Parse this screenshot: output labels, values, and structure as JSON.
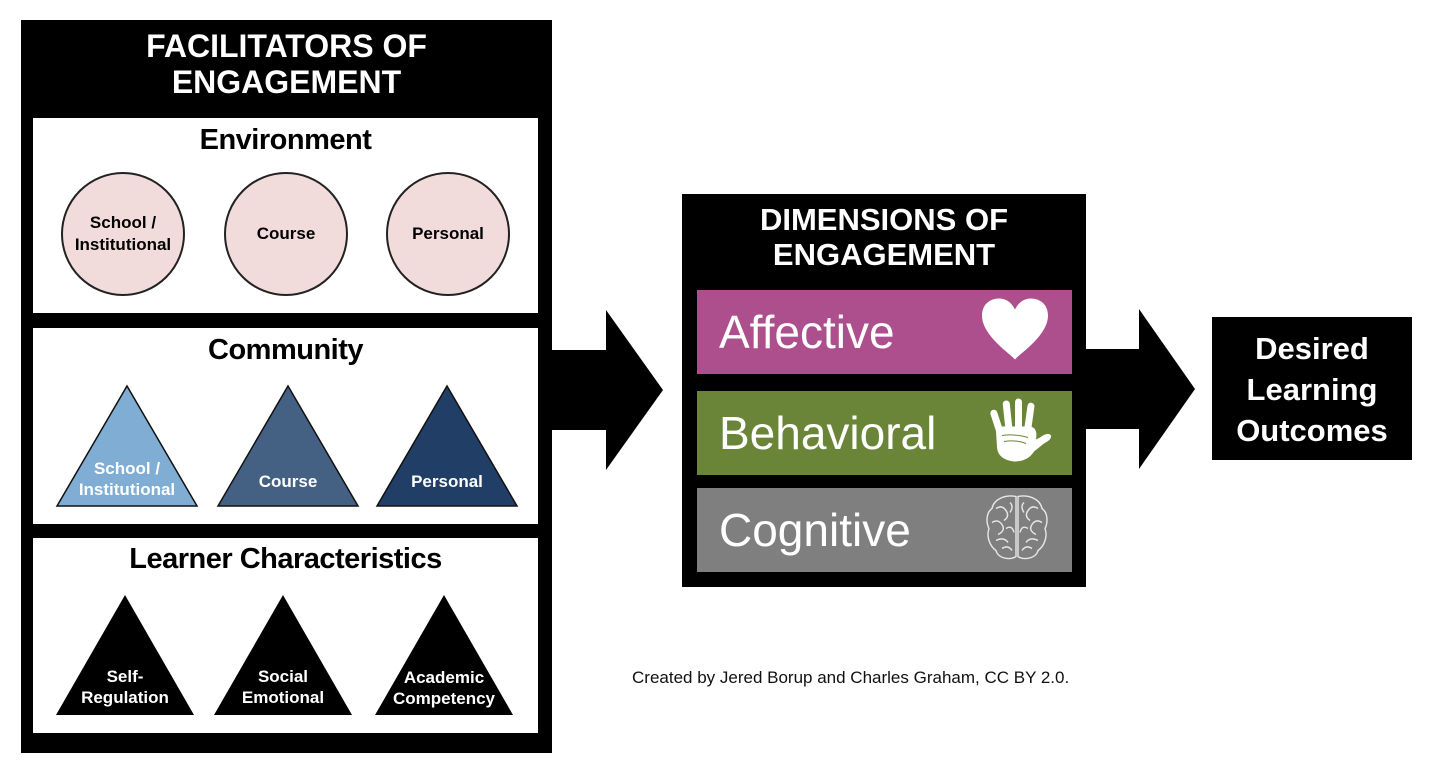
{
  "facilitators": {
    "title_line1": "FACILITATORS OF",
    "title_line2": "ENGAGEMENT",
    "environment": {
      "title": "Environment",
      "items": [
        {
          "line1": "School /",
          "line2": "Institutional",
          "shape": "circle",
          "color": "#f2dcdb"
        },
        {
          "line1": "Course",
          "line2": "",
          "shape": "circle",
          "color": "#f2dcdb"
        },
        {
          "line1": "Personal",
          "line2": "",
          "shape": "circle",
          "color": "#f2dcdb"
        }
      ]
    },
    "community": {
      "title": "Community",
      "items": [
        {
          "line1": "School /",
          "line2": "Institutional",
          "shape": "triangle",
          "color": "#7fadd3"
        },
        {
          "line1": "Course",
          "line2": "",
          "shape": "triangle",
          "color": "#446183"
        },
        {
          "line1": "Personal",
          "line2": "",
          "shape": "triangle",
          "color": "#213e66"
        }
      ]
    },
    "learner": {
      "title": "Learner Characteristics",
      "items": [
        {
          "line1": "Self-",
          "line2": "Regulation",
          "shape": "triangle",
          "color": "#000000"
        },
        {
          "line1": "Social",
          "line2": "Emotional",
          "shape": "triangle",
          "color": "#000000"
        },
        {
          "line1": "Academic",
          "line2": "Competency",
          "shape": "triangle",
          "color": "#000000"
        }
      ]
    }
  },
  "dimensions": {
    "title_line1": "DIMENSIONS OF",
    "title_line2": "ENGAGEMENT",
    "items": [
      {
        "label": "Affective",
        "icon": "heart-icon",
        "color": "#ad4f8c"
      },
      {
        "label": "Behavioral",
        "icon": "hand-icon",
        "color": "#6a8538"
      },
      {
        "label": "Cognitive",
        "icon": "brain-icon",
        "color": "#7f7f7f"
      }
    ]
  },
  "outcomes": {
    "line1": "Desired",
    "line2": "Learning",
    "line3": "Outcomes"
  },
  "credit": "Created by Jered Borup and Charles Graham, CC BY 2.0."
}
